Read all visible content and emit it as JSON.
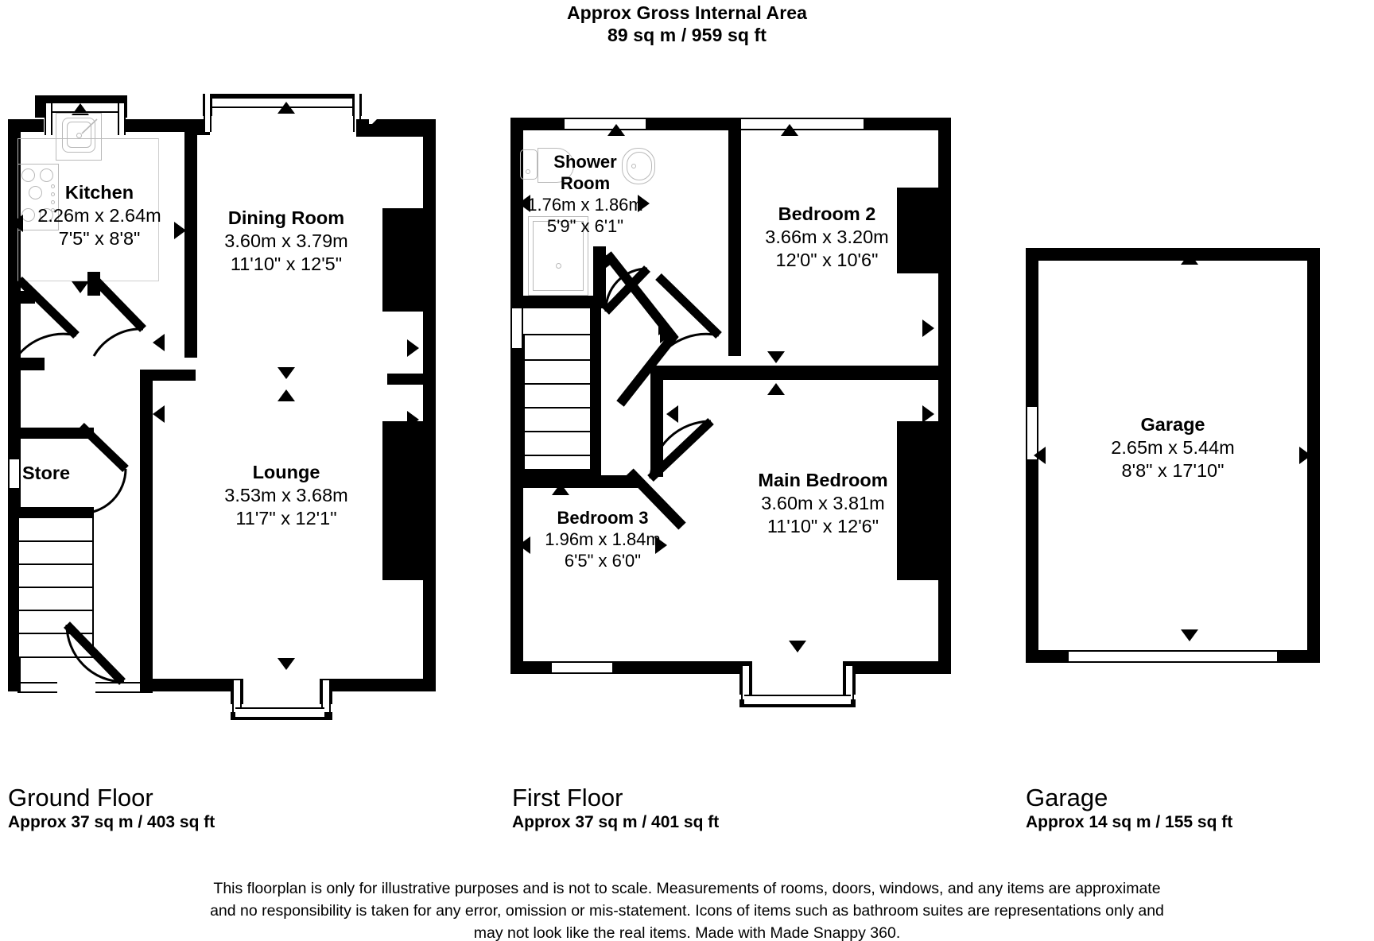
{
  "header": {
    "title_line1": "Approx Gross Internal Area",
    "title_line2": "89 sq m / 959 sq ft"
  },
  "floors": [
    {
      "key": "ground",
      "caption_name": "Ground Floor",
      "caption_area": "Approx 37 sq m / 403 sq ft",
      "rooms": [
        {
          "key": "kitchen",
          "name": "Kitchen",
          "dim_metric": "2.26m x 2.64m",
          "dim_imperial": "7'5\" x 8'8\""
        },
        {
          "key": "dining-room",
          "name": "Dining Room",
          "dim_metric": "3.60m x 3.79m",
          "dim_imperial": "11'10\" x 12'5\""
        },
        {
          "key": "store",
          "name": "Store",
          "dim_metric": "",
          "dim_imperial": ""
        },
        {
          "key": "lounge",
          "name": "Lounge",
          "dim_metric": "3.53m x 3.68m",
          "dim_imperial": "11'7\" x 12'1\""
        }
      ]
    },
    {
      "key": "first",
      "caption_name": "First Floor",
      "caption_area": "Approx 37 sq m / 401 sq ft",
      "rooms": [
        {
          "key": "shower-room",
          "name_line1": "Shower",
          "name_line2": "Room",
          "dim_metric": "1.76m x 1.86m",
          "dim_imperial": "5'9\" x 6'1\""
        },
        {
          "key": "bedroom-2",
          "name": "Bedroom 2",
          "dim_metric": "3.66m x 3.20m",
          "dim_imperial": "12'0\" x 10'6\""
        },
        {
          "key": "main-bedroom",
          "name": "Main Bedroom",
          "dim_metric": "3.60m x 3.81m",
          "dim_imperial": "11'10\" x 12'6\""
        },
        {
          "key": "bedroom-3",
          "name": "Bedroom 3",
          "dim_metric": "1.96m x 1.84m",
          "dim_imperial": "6'5\" x 6'0\""
        }
      ]
    },
    {
      "key": "garage",
      "caption_name": "Garage",
      "caption_area": "Approx 14 sq m / 155 sq ft",
      "rooms": [
        {
          "key": "garage-room",
          "name": "Garage",
          "dim_metric": "2.65m x 5.44m",
          "dim_imperial": "8'8\" x 17'10\""
        }
      ]
    }
  ],
  "disclaimer": {
    "line1": "This floorplan is only for illustrative purposes and is not to scale. Measurements of rooms, doors, windows, and any items are approximate",
    "line2": "and no responsibility is taken for any error, omission or mis-statement. Icons of items such as bathroom suites are representations only and",
    "line3": "may not look like the real items. Made with Made Snappy 360."
  },
  "colors": {
    "wall": "#000000",
    "background": "#ffffff",
    "fitting_outline": "#b9b9b9",
    "text": "#000000"
  }
}
